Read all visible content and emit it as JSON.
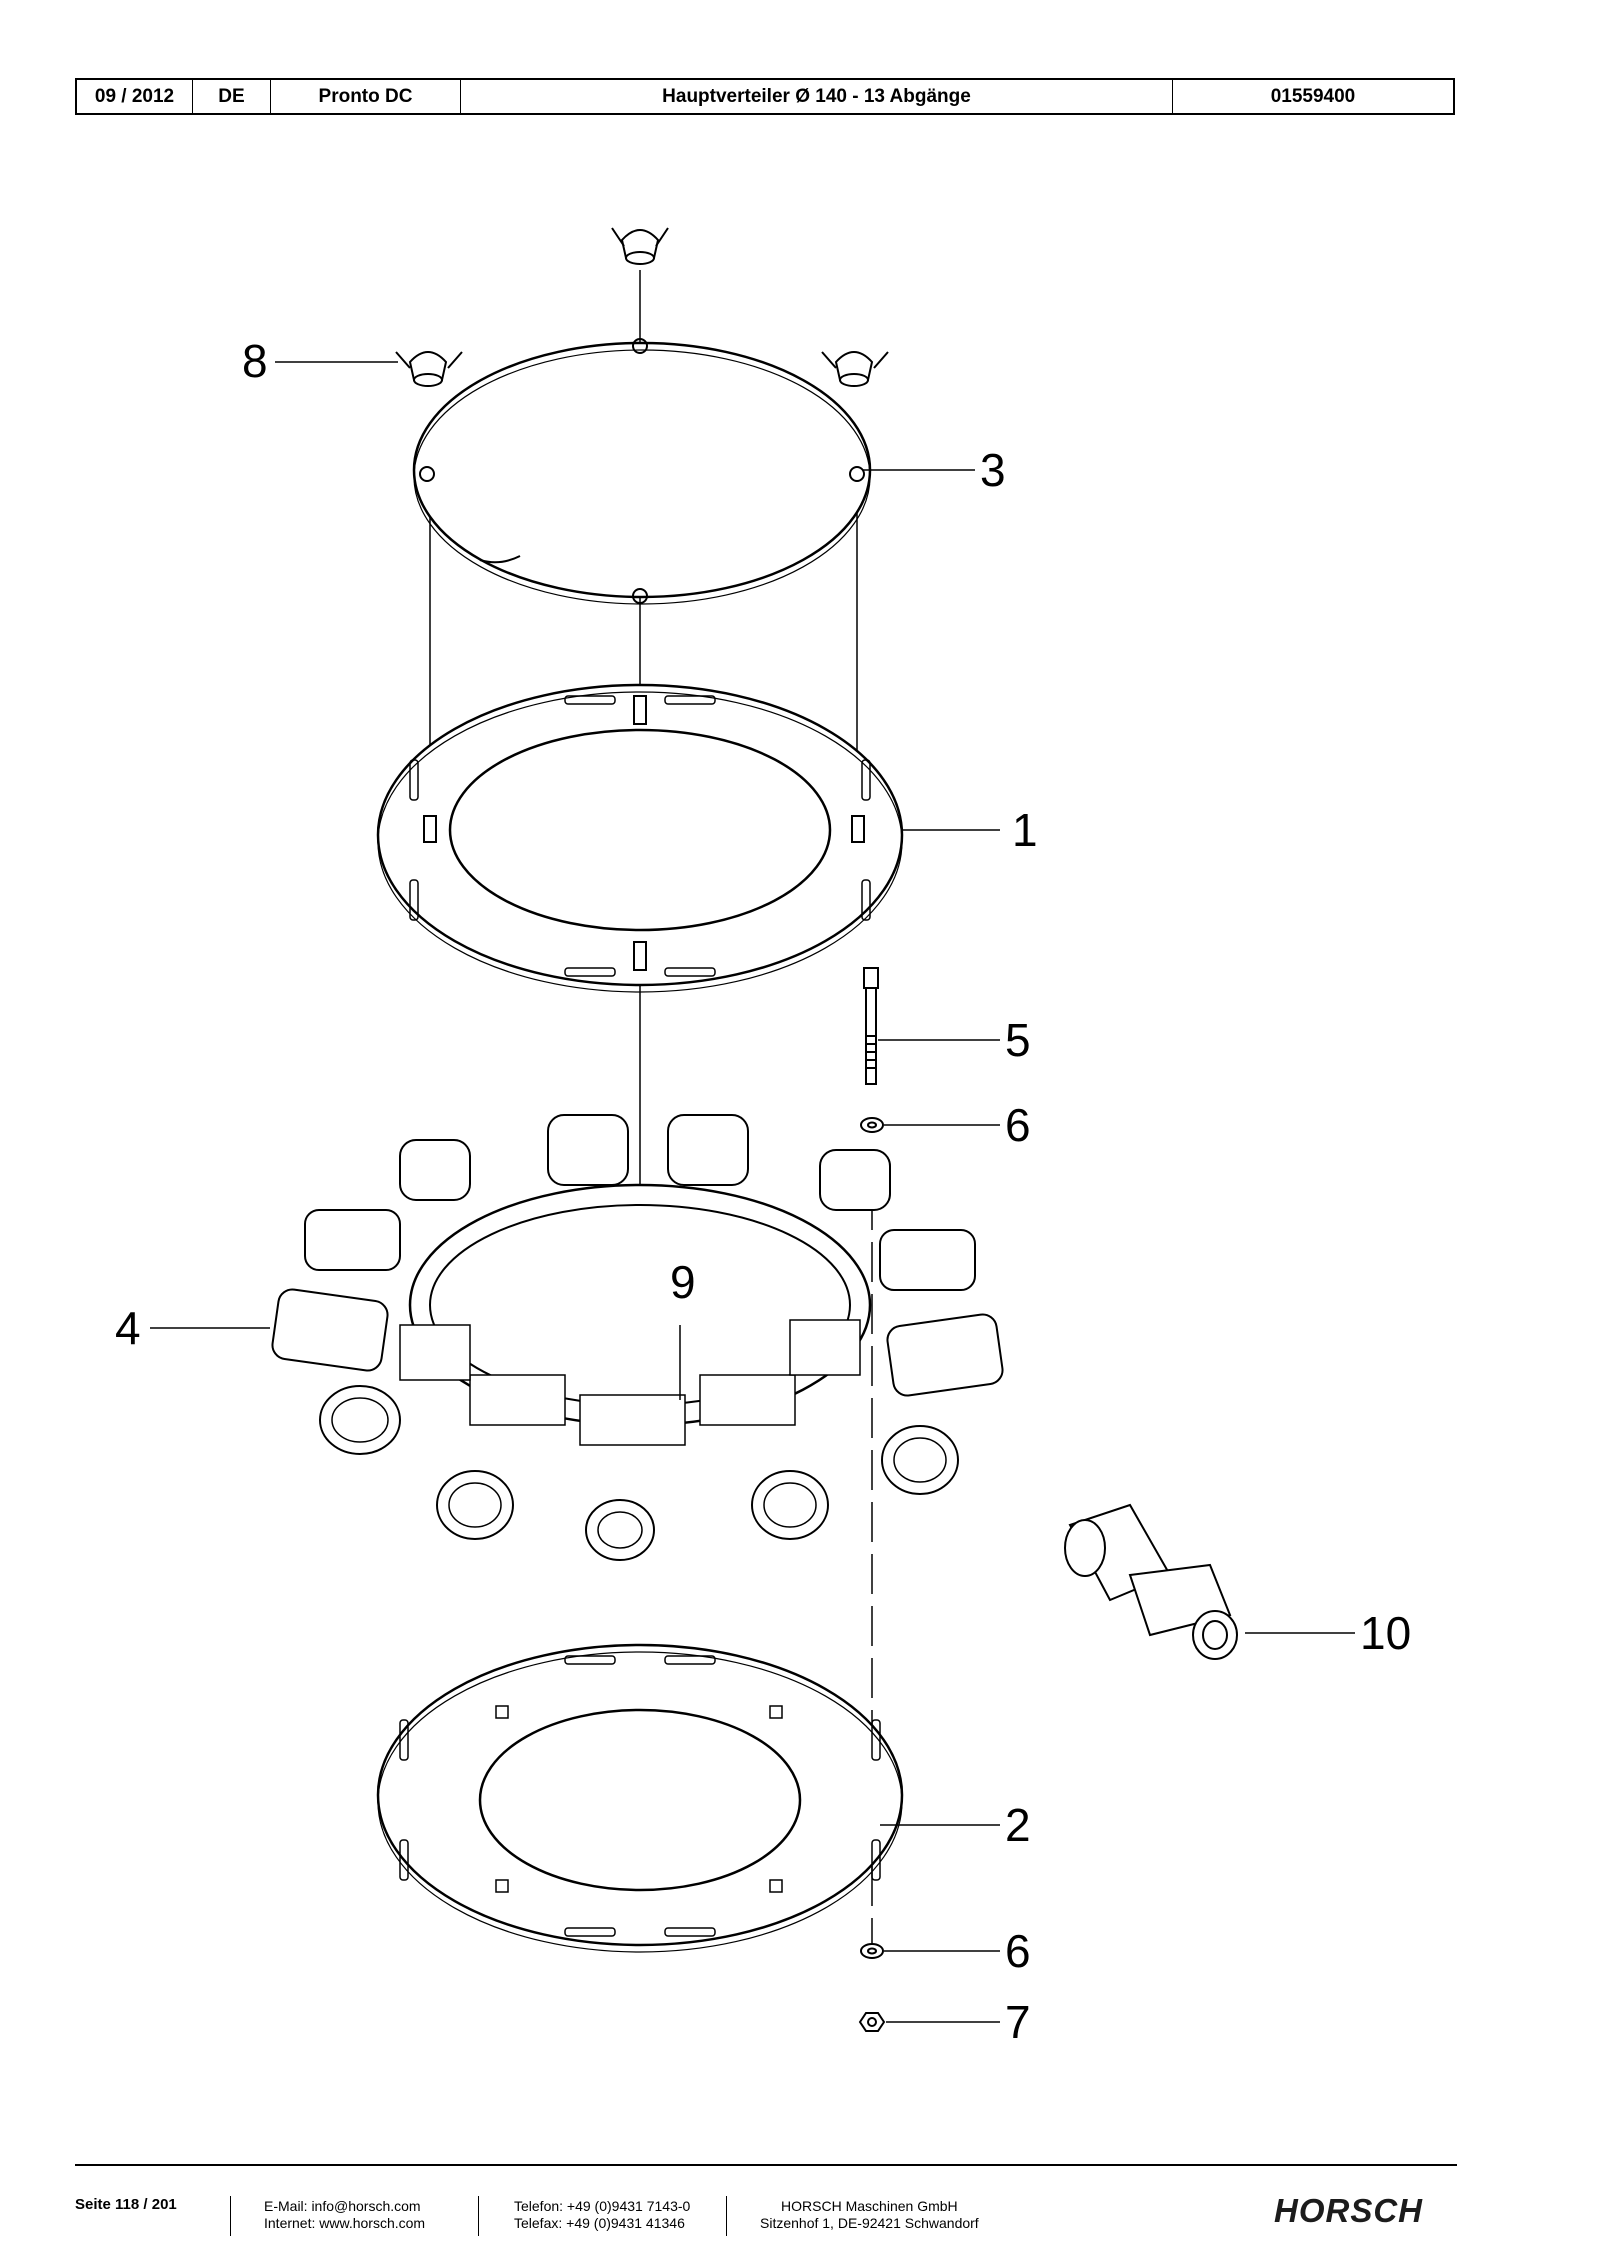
{
  "header": {
    "date": "09 / 2012",
    "language": "DE",
    "machine": "Pronto DC",
    "title": "Hauptverteiler Ø 140 - 13 Abgänge",
    "part_number": "01559400"
  },
  "callouts": {
    "c1": "1",
    "c2": "2",
    "c3": "3",
    "c4": "4",
    "c5": "5",
    "c6a": "6",
    "c6b": "6",
    "c7": "7",
    "c8": "8",
    "c9": "9",
    "c10": "10"
  },
  "footer": {
    "page": "Seite 118 / 201",
    "email": "E-Mail: info@horsch.com",
    "internet": "Internet: www.horsch.com",
    "phone": "Telefon: +49 (0)9431 7143-0",
    "fax": "Telefax: +49 (0)9431 41346",
    "company": "HORSCH Maschinen GmbH",
    "address": "Sitzenhof 1, DE-92421 Schwandorf",
    "logo": "HORSCH"
  }
}
